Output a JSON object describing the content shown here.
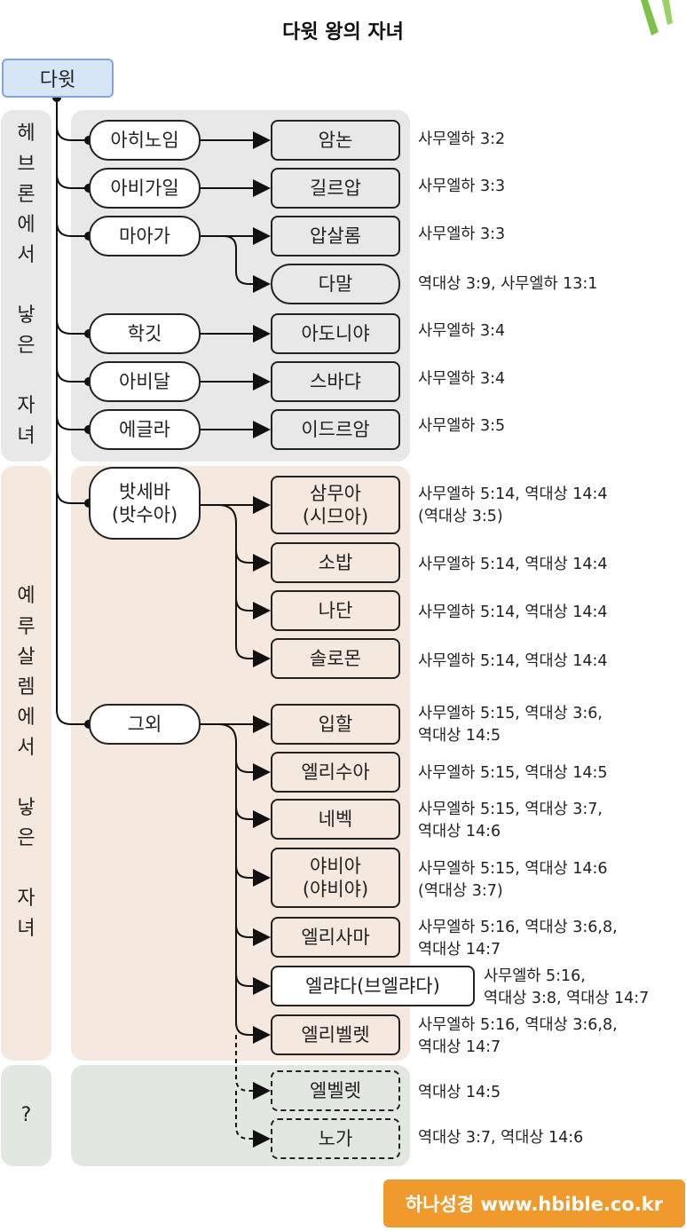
{
  "title": "다윗 왕의 자녀",
  "root": "다윗",
  "groups": {
    "hebron": {
      "label": [
        "헤",
        "브",
        "론",
        "에",
        "서",
        "",
        "낳",
        "은",
        "",
        "자",
        "녀"
      ]
    },
    "jerusalem": {
      "label": [
        "예",
        "루",
        "살",
        "렘",
        "에",
        "서",
        "",
        "낳",
        "은",
        "",
        "자",
        "녀"
      ]
    },
    "unknown": {
      "label": [
        "?"
      ]
    }
  },
  "mothers": [
    "아히노임",
    "아비가일",
    "마아가",
    "학깃",
    "아비달",
    "에글라",
    "밧세바\n(밧수아)",
    "그외"
  ],
  "children": [
    {
      "name": "암논",
      "ref": "사무엘하 3:2"
    },
    {
      "name": "길르압",
      "ref": "사무엘하 3:3"
    },
    {
      "name": "압살롬",
      "ref": "사무엘하 3:3"
    },
    {
      "name": "다말",
      "ref": "역대상 3:9, 사무엘하 13:1"
    },
    {
      "name": "아도니야",
      "ref": "사무엘하 3:4"
    },
    {
      "name": "스바댜",
      "ref": "사무엘하 3:4"
    },
    {
      "name": "이드르암",
      "ref": "사무엘하 3:5"
    },
    {
      "name": "삼무아\n(시므아)",
      "ref": "사무엘하 5:14, 역대상 14:4\n(역대상 3:5)"
    },
    {
      "name": "소밥",
      "ref": "사무엘하 5:14, 역대상 14:4"
    },
    {
      "name": "나단",
      "ref": "사무엘하 5:14, 역대상 14:4"
    },
    {
      "name": "솔로몬",
      "ref": "사무엘하 5:14, 역대상 14:4"
    },
    {
      "name": "입할",
      "ref": "사무엘하 5:15, 역대상 3:6,\n역대상 14:5"
    },
    {
      "name": "엘리수아",
      "ref": "사무엘하 5:15, 역대상 14:5"
    },
    {
      "name": "네벡",
      "ref": "사무엘하 5:15, 역대상 3:7,\n역대상 14:6"
    },
    {
      "name": "야비아\n(야비야)",
      "ref": "사무엘하 5:15, 역대상 14:6\n(역대상 3:7)"
    },
    {
      "name": "엘리사마",
      "ref": "사무엘하 5:16, 역대상 3:6,8,\n역대상 14:7"
    },
    {
      "name": "엘랴다(브엘랴다)",
      "ref": "사무엘하 5:16,\n역대상 3:8, 역대상 14:7"
    },
    {
      "name": "엘리벨렛",
      "ref": "사무엘하 5:16, 역대상 3:6,8,\n역대상 14:7"
    },
    {
      "name": "엘벨렛",
      "ref": "역대상 14:5"
    },
    {
      "name": "노가",
      "ref": "역대상 3:7, 역대상 14:6"
    }
  ],
  "footer": "하나성경 www.hbible.co.kr",
  "colors": {
    "root_fill": "#d6e6f7",
    "hebron_panel": "#e8e8e8",
    "jerusalem_panel": "#f4e8df",
    "unknown_panel": "#e1e8df",
    "footer": "#f09a2d"
  }
}
